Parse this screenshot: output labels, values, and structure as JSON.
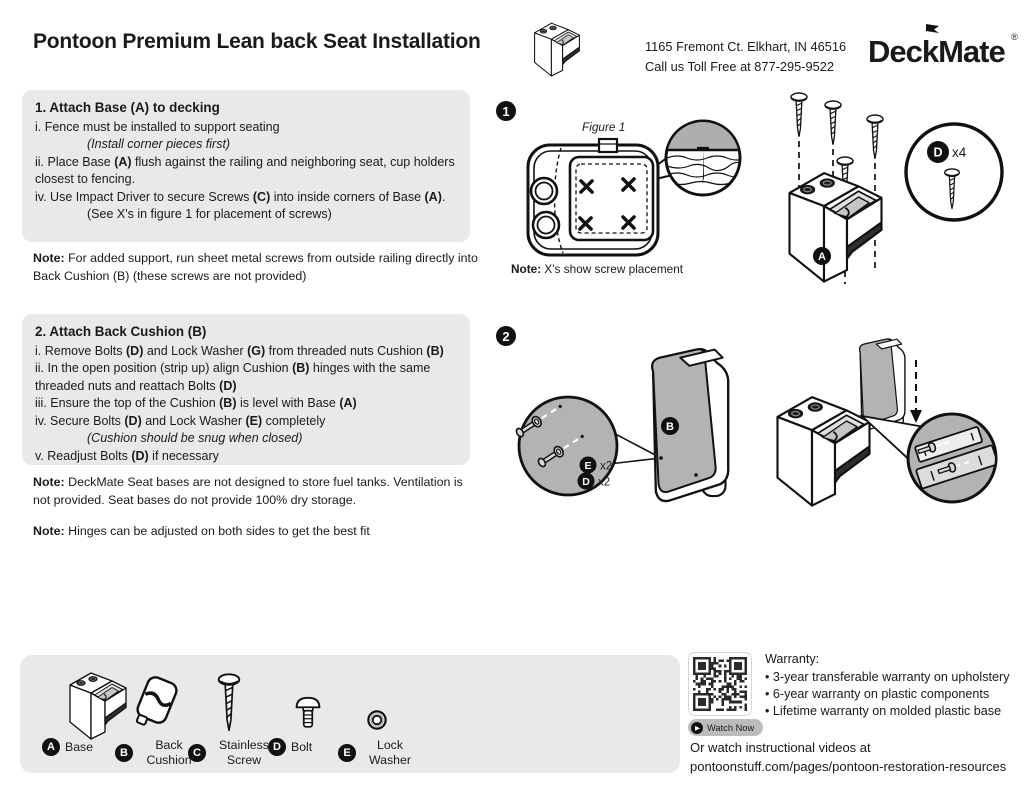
{
  "header": {
    "title": "Pontoon Premium Lean back Seat Installation",
    "address_line1": "1165 Fremont Ct. Elkhart, IN 46516",
    "address_line2": "Call us Toll Free at 877-295-9522",
    "brand": "DeckMate",
    "brand_reg": "®"
  },
  "section1": {
    "heading": "1. Attach Base (A) to decking",
    "lines": [
      {
        "text": "i. Fence must be installed to support seating"
      },
      {
        "text": "*(Install corner pieces first)*",
        "indent": true
      },
      {
        "text": "ii. Place Base **(A)** flush against the railing and neighboring seat, cup holders closest to fencing."
      },
      {
        "text": "iv. Use Impact Driver to secure Screws **(C)** into inside corners of Base **(A)**."
      },
      {
        "text": "(See X's in figure 1 for placement of screws)",
        "indent": true
      }
    ],
    "note": [
      {
        "text": "**Note:** For added support, run sheet metal screws from outside railing directly into Back Cushion (B) (these screws are not provided)"
      }
    ]
  },
  "section2": {
    "heading": "2. Attach Back Cushion (B)",
    "lines": [
      {
        "text": "i. Remove Bolts **(D)** and Lock Washer **(G)** from threaded nuts Cushion **(B)**"
      },
      {
        "text": "ii. In the open position (strip up) align Cushion **(B)** hinges with the same threaded nuts and reattach Bolts **(D)**"
      },
      {
        "text": "iii. Ensure the top of the Cushion **(B)** is level with Base **(A)**"
      },
      {
        "text": "iv. Secure Bolts **(D)** and Lock Washer **(E)** completely"
      },
      {
        "text": "*(Cushion should be snug when closed)*",
        "indent": true
      },
      {
        "text": "v. Readjust Bolts **(D)** if necessary"
      }
    ],
    "note1": [
      {
        "text": "**Note:** DeckMate Seat bases are not designed to store fuel tanks. Ventilation is not provided. Seat bases do not provide 100% dry storage."
      }
    ],
    "note2": [
      {
        "text": "**Note:** Hinges can be adjusted on both sides to get the best fit"
      }
    ]
  },
  "diagrams": {
    "step1_number": "1",
    "step2_number": "2",
    "figure1_label": "Figure 1",
    "figure1_note": [
      {
        "text": "**Note:** X's show screw placement"
      }
    ],
    "base_label": "A",
    "cushion_label": "B",
    "d_label": "D",
    "d_qty": "x4",
    "e_label": "E",
    "e_qty": "x2",
    "d2_label": "D",
    "d2_qty": "x2"
  },
  "legend": {
    "parts": [
      {
        "letter": "A",
        "label": "Base"
      },
      {
        "letter": "B",
        "label": "Back Cushion"
      },
      {
        "letter": "C",
        "label": "Stainless Screw"
      },
      {
        "letter": "D",
        "label": "Bolt"
      },
      {
        "letter": "E",
        "label": "Lock Washer"
      }
    ]
  },
  "footer": {
    "watch_now": "Watch Now",
    "warranty_heading": "Warranty:",
    "warranty_items": [
      "• 3-year transferable warranty on upholstery",
      "• 6-year warranty on plastic components",
      "• Lifetime warranty on molded plastic base"
    ],
    "videos_line1": "Or watch instructional videos at",
    "videos_line2": "pontoonstuff.com/pages/pontoon-restoration-resources"
  },
  "colors": {
    "panel_bg": "#e9e9e9",
    "diagram_gray": "#b3b3b3",
    "badge": "#111111"
  }
}
